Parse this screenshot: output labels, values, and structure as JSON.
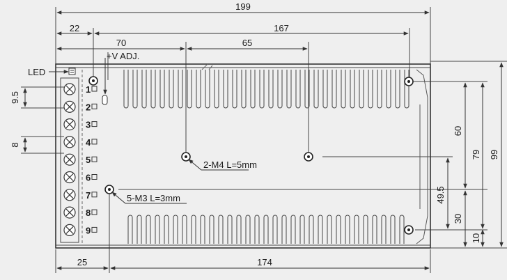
{
  "dimensions": {
    "overall_length": "199",
    "right_offset": "167",
    "left_offset": "22",
    "adj_offset": "70",
    "hole_spacing": "65",
    "terminal_pitch": "9.5",
    "block_gap": "8",
    "right_60": "60",
    "right_79": "79",
    "right_99": "99",
    "right_49_5": "49.5",
    "right_30": "30",
    "right_10": "10",
    "bottom_25": "25",
    "bottom_174": "174"
  },
  "labels": {
    "led": "LED",
    "v_adj": "+V ADJ.",
    "m4_holes": "2-M4 L=5mm",
    "m3_holes": "5-M3 L=3mm"
  },
  "terminals": [
    "1",
    "2",
    "3",
    "4",
    "5",
    "6",
    "7",
    "8",
    "9"
  ],
  "colors": {
    "background": "#efefef",
    "line": "#333333"
  }
}
